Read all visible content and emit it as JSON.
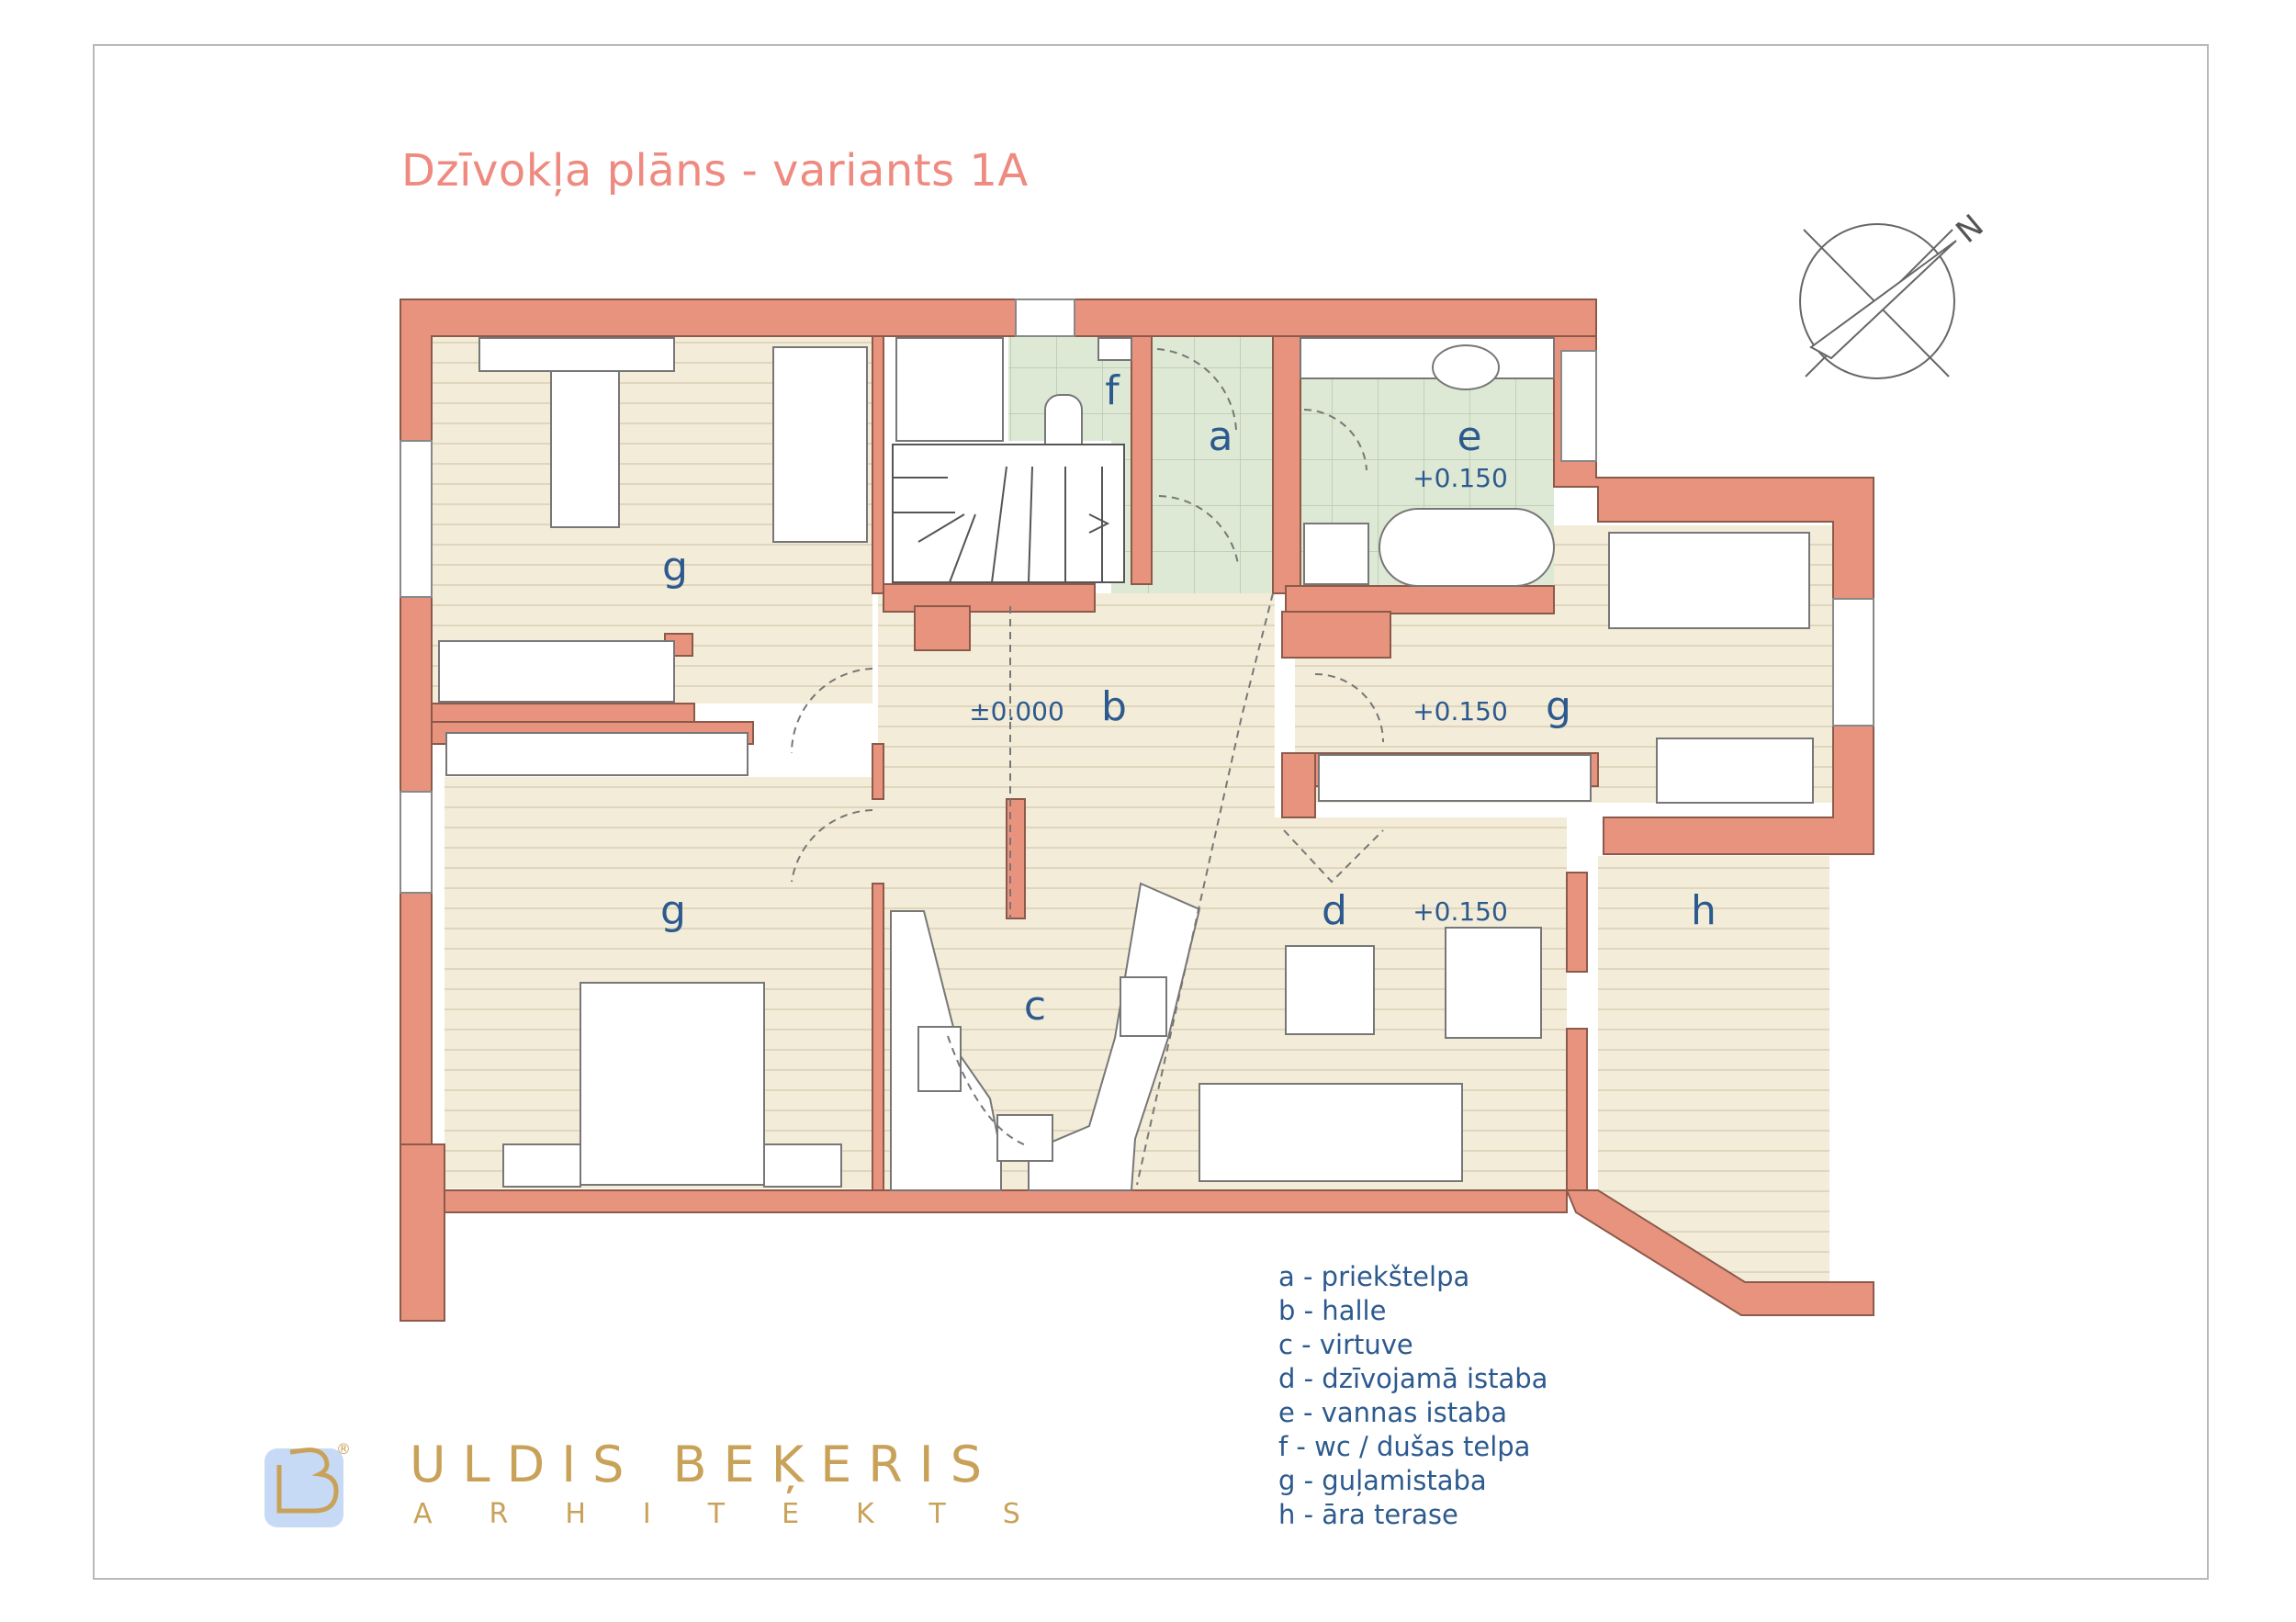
{
  "title": "Dzīvokļa plāns - variants 1A",
  "north": "N",
  "rooms": {
    "a": "a",
    "b": "b",
    "c": "c",
    "d": "d",
    "e": "e",
    "f": "f",
    "g1": "g",
    "g2": "g",
    "g3": "g",
    "h": "h"
  },
  "levels": {
    "hall": "±0.000",
    "bath": "+0.150",
    "bedroom_right": "+0.150",
    "living": "+0.150"
  },
  "legend": [
    "a - priekštelpa",
    "b - halle",
    "c - virtuve",
    "d - dzīvojamā istaba",
    "e - vannas istaba",
    "f - wc / dušas telpa",
    "g - guļamistaba",
    "h - āra terase"
  ],
  "logo": {
    "name": "ULDIS BEĶERIS",
    "subtitle": "ARHITEKTS",
    "registered": "®"
  },
  "colors": {
    "wall": "#e8937d",
    "floor_wood": "#f3ecd8",
    "floor_tile": "#dde9d4",
    "text_blue": "#2d5a8e",
    "title_salmon": "#ee8a80",
    "logo_gold": "#c9a25a",
    "logo_blue": "#c7daf5"
  }
}
